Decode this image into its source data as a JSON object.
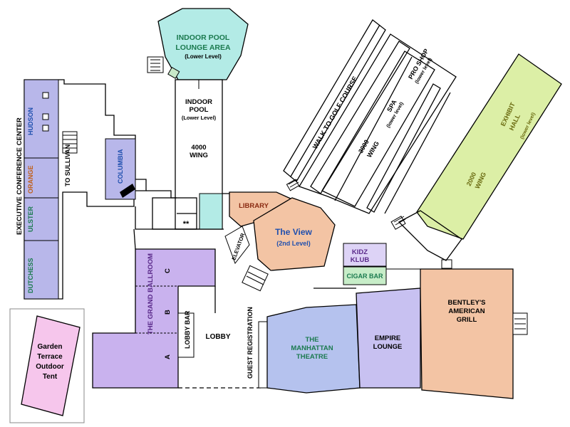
{
  "colors": {
    "pool": "#b3ebe6",
    "conference": "#b8b7ea",
    "columbia": "#b8b7ea",
    "ballroom": "#c9b2ee",
    "library": "#f3c4a4",
    "view": "#f3c4a4",
    "manhattan": "#b5c2ee",
    "empire": "#c8c1f1",
    "bentleys": "#f3c4a4",
    "exhibit": "#dcefa6",
    "kidz": "#ddd3f6",
    "cigar": "#c7edc8",
    "garden": "#f6c6ec",
    "small_pool": "#b3ebe6"
  },
  "icons": [
    "stairs-icon",
    "elevator-icon",
    "restroom-icon"
  ],
  "labels": {
    "indoor_pool_lounge": [
      "INDOOR POOL",
      "LOUNGE AREA"
    ],
    "lounge_level": "(Lower Level)",
    "indoor_pool": [
      "INDOOR",
      "POOL"
    ],
    "pool_level": "(Lower Level)",
    "wing_4000": [
      "4000",
      "WING"
    ],
    "executive_center": "EXECUTIVE CONFERENCE CENTER",
    "hudson": "HUDSON",
    "orange": "ORANGE",
    "ulster": "ULSTER",
    "dutchess": "DUTCHESS",
    "to_sullivan": "TO SULLIVAN",
    "columbia": "COLUMBIA",
    "restrooms": "**",
    "library": "LIBRARY",
    "elevator": "ELEVATOR",
    "the_view": "The View",
    "view_level": "(2nd Level)",
    "grand_ballroom": "THE GRAND BALLROOM",
    "section_a": "A",
    "section_b": "B",
    "section_c": "C",
    "lobby_bar": "LOBBY BAR",
    "lobby": "LOBBY",
    "guest_registration": "GUEST REGISTRATION",
    "manhattan": [
      "THE",
      "MANHATTAN",
      "THEATRE"
    ],
    "empire": [
      "EMPIRE",
      "LOUNGE"
    ],
    "kidz": [
      "KIDZ",
      "KLUB"
    ],
    "cigar": "CIGAR BAR",
    "bentleys": [
      "BENTLEY'S",
      "AMERICAN",
      "GRILL"
    ],
    "garden": [
      "Garden",
      "Terrace",
      "Outdoor",
      "Tent"
    ],
    "walk_to_golf": "WALK TO GOLF COURSE",
    "pro_shop": "PRO SHOP",
    "pro_shop_level": "(lower level)",
    "spa": "SPA",
    "spa_level": "(lower level)",
    "wing_3000": [
      "3000",
      "WING"
    ],
    "exhibit_hall": [
      "EXHIBIT",
      "HALL"
    ],
    "exhibit_level": "(lower level)",
    "wing_2000": [
      "2000",
      "WING"
    ],
    "stair_mark": "≡"
  }
}
